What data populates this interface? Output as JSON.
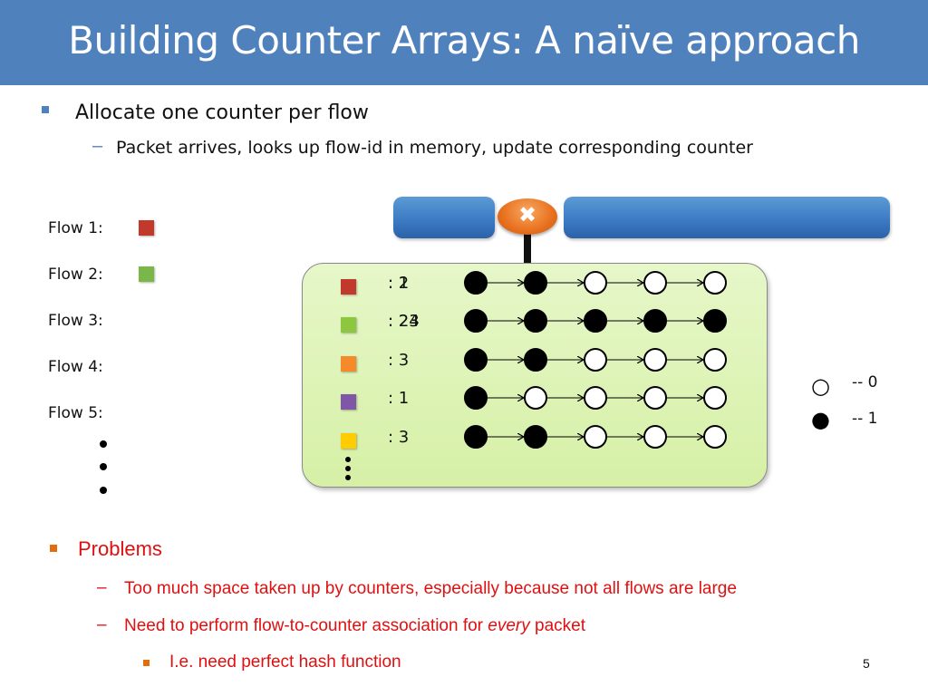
{
  "title": "Building Counter Arrays: A naïve approach",
  "bullets": {
    "main": "Allocate one counter per flow",
    "sub": "Packet arrives, looks up flow-id in memory, update corresponding counter"
  },
  "flows": [
    {
      "label": "Flow 1:",
      "color": "#c0392b"
    },
    {
      "label": "Flow 2:",
      "color": "#7ab648"
    },
    {
      "label": "Flow 3:",
      "color": null
    },
    {
      "label": "Flow 4:",
      "color": null
    },
    {
      "label": "Flow 5:",
      "color": null
    }
  ],
  "counters": [
    {
      "color": "#c0392b",
      "count": ": 2",
      "overlay": ": 1",
      "bits": [
        1,
        1,
        0,
        0,
        0
      ]
    },
    {
      "color": "#8dc63f",
      "count": ": 23",
      "overlay": ": 24",
      "bits": [
        1,
        1,
        1,
        1,
        1
      ]
    },
    {
      "color": "#f58a2a",
      "count": ": 3",
      "overlay": "",
      "bits": [
        1,
        1,
        0,
        0,
        0
      ]
    },
    {
      "color": "#7e57a6",
      "count": ": 1",
      "overlay": "",
      "bits": [
        1,
        0,
        0,
        0,
        0
      ]
    },
    {
      "color": "#ffcc00",
      "count": ": 3",
      "overlay": "",
      "bits": [
        1,
        1,
        0,
        0,
        0
      ]
    }
  ],
  "legend": [
    {
      "symbol": "○",
      "label": "-- 0"
    },
    {
      "symbol": "●",
      "label": "-- 1"
    }
  ],
  "router_icon": "router-x-icon",
  "problems": {
    "heading": "Problems",
    "items": [
      "Too much space taken up by counters, especially because not all flows are large",
      "Need to perform flow-to-counter association for"
    ],
    "every_em": "every",
    "item2_tail": " packet",
    "subitem": "I.e. need perfect hash function"
  },
  "page_number": "5"
}
